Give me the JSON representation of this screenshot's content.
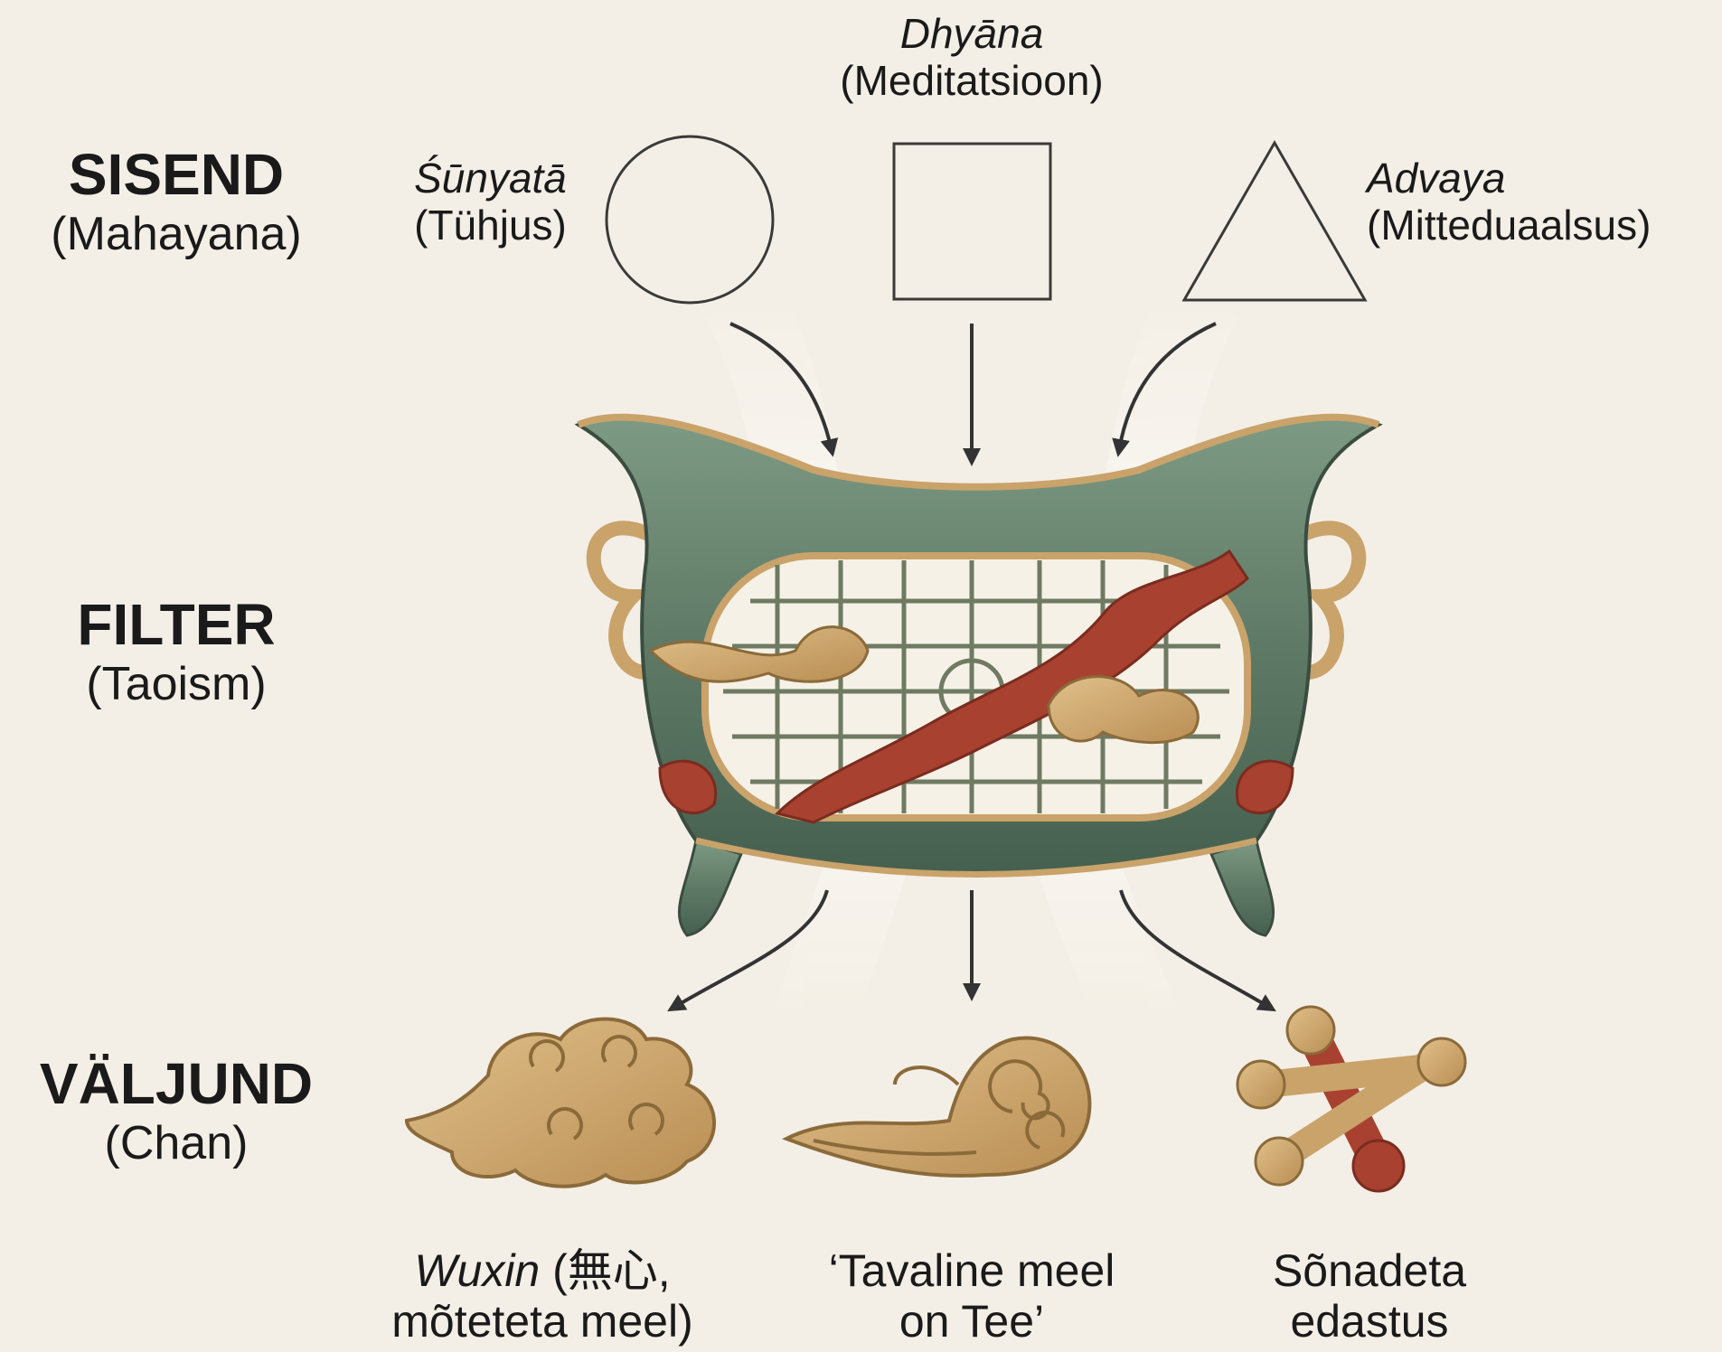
{
  "stages": {
    "input": {
      "title": "SISEND",
      "subtitle": "(Mahayana)"
    },
    "filter": {
      "title": "FILTER",
      "subtitle": "(Taoism)"
    },
    "output": {
      "title": "VÄLJUND",
      "subtitle": "(Chan)"
    }
  },
  "inputs": [
    {
      "term": "Śūnyatā",
      "translation": "(Tühjus)",
      "symbol": "circle-icon"
    },
    {
      "term": "Dhyāna",
      "translation": "(Meditatsioon)",
      "symbol": "square-icon"
    },
    {
      "term": "Advaya",
      "translation": "(Mitteduaalsus)",
      "symbol": "triangle-icon"
    }
  ],
  "outputs": [
    {
      "term": "Wuxin",
      "rest_line1": " (無心,",
      "line2": "mõteteta meel)",
      "symbol": "cloud-icon"
    },
    {
      "line1": "‘Tavaline meel",
      "line2": "on Tee’",
      "symbol": "wind-swirl-icon"
    },
    {
      "line1": "Sõnadeta",
      "line2": "edastus",
      "symbol": "knot-icon"
    }
  ],
  "colors": {
    "background": "#f4efe6",
    "bronze_green": "#5e7a66",
    "gold": "#c9a36a",
    "red": "#a8412f",
    "outline": "#3a3a38"
  }
}
